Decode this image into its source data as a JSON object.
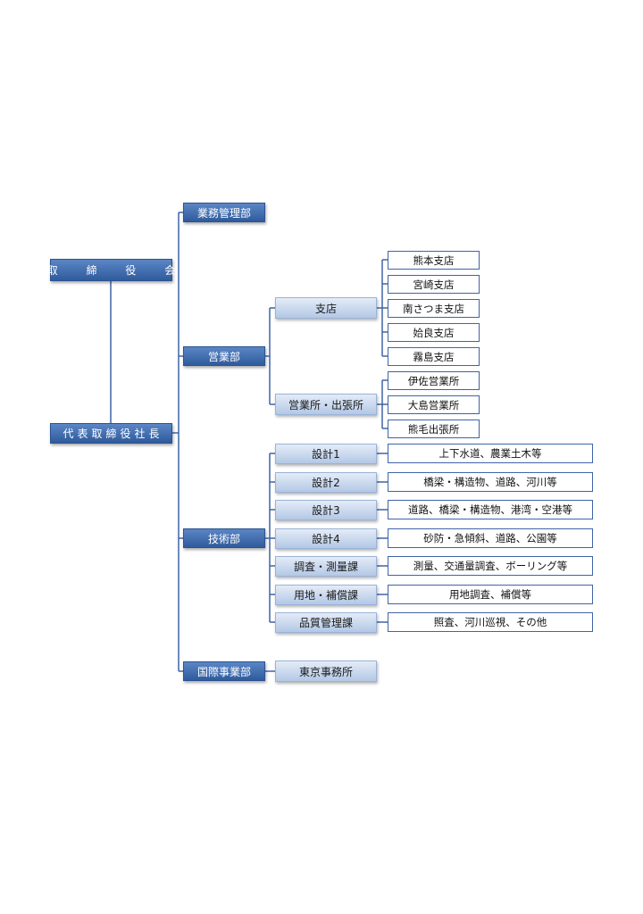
{
  "board": "取 締 役 会",
  "president": "代表取締役社長",
  "departments": {
    "gyomu": "業務管理部",
    "eigyo": "営業部",
    "gijutsu": "技術部",
    "kokusai": "国際事業部"
  },
  "sales": {
    "branch_group": "支店",
    "office_group": "営業所・出張所",
    "branches": [
      "熊本支店",
      "宮崎支店",
      "南さつま支店",
      "姶良支店",
      "霧島支店"
    ],
    "offices": [
      "伊佐営業所",
      "大島営業所",
      "熊毛出張所"
    ]
  },
  "tech": [
    {
      "unit": "設計1",
      "duty": "上下水道、農業土木等"
    },
    {
      "unit": "設計2",
      "duty": "橋梁・構造物、道路、河川等"
    },
    {
      "unit": "設計3",
      "duty": "道路、橋梁・構造物、港湾・空港等"
    },
    {
      "unit": "設計4",
      "duty": "砂防・急傾斜、道路、公園等"
    },
    {
      "unit": "調査・測量課",
      "duty": "測量、交通量調査、ボーリング等"
    },
    {
      "unit": "用地・補償課",
      "duty": "用地調査、補償等"
    },
    {
      "unit": "品質管理課",
      "duty": "照査、河川巡視、その他"
    }
  ],
  "international": {
    "office": "東京事務所"
  },
  "colors": {
    "line": "#3f64a6",
    "dark_box": "#2f5b9c",
    "light_box": "#c6d6ee"
  }
}
